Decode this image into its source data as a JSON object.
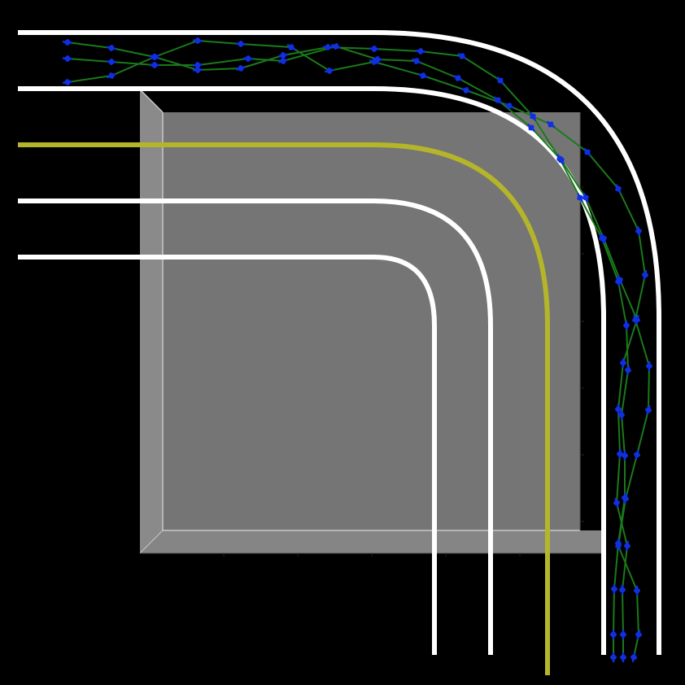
{
  "scene": {
    "background": "#000000",
    "plot_box_face": "#757575",
    "plot_box_side": "#8a8a8a",
    "plot_box_edge": "#c8c8c8",
    "lane_line_color": "#ffffff",
    "center_line_color": "#b5b52a",
    "trajectory_color": "#1a7a1a",
    "marker_color": "#1030e0"
  },
  "road": {
    "lanes": [
      "lane-line-1",
      "lane-line-2",
      "center-line",
      "lane-line-4",
      "lane-line-5"
    ],
    "vehicle_groups": 3
  }
}
